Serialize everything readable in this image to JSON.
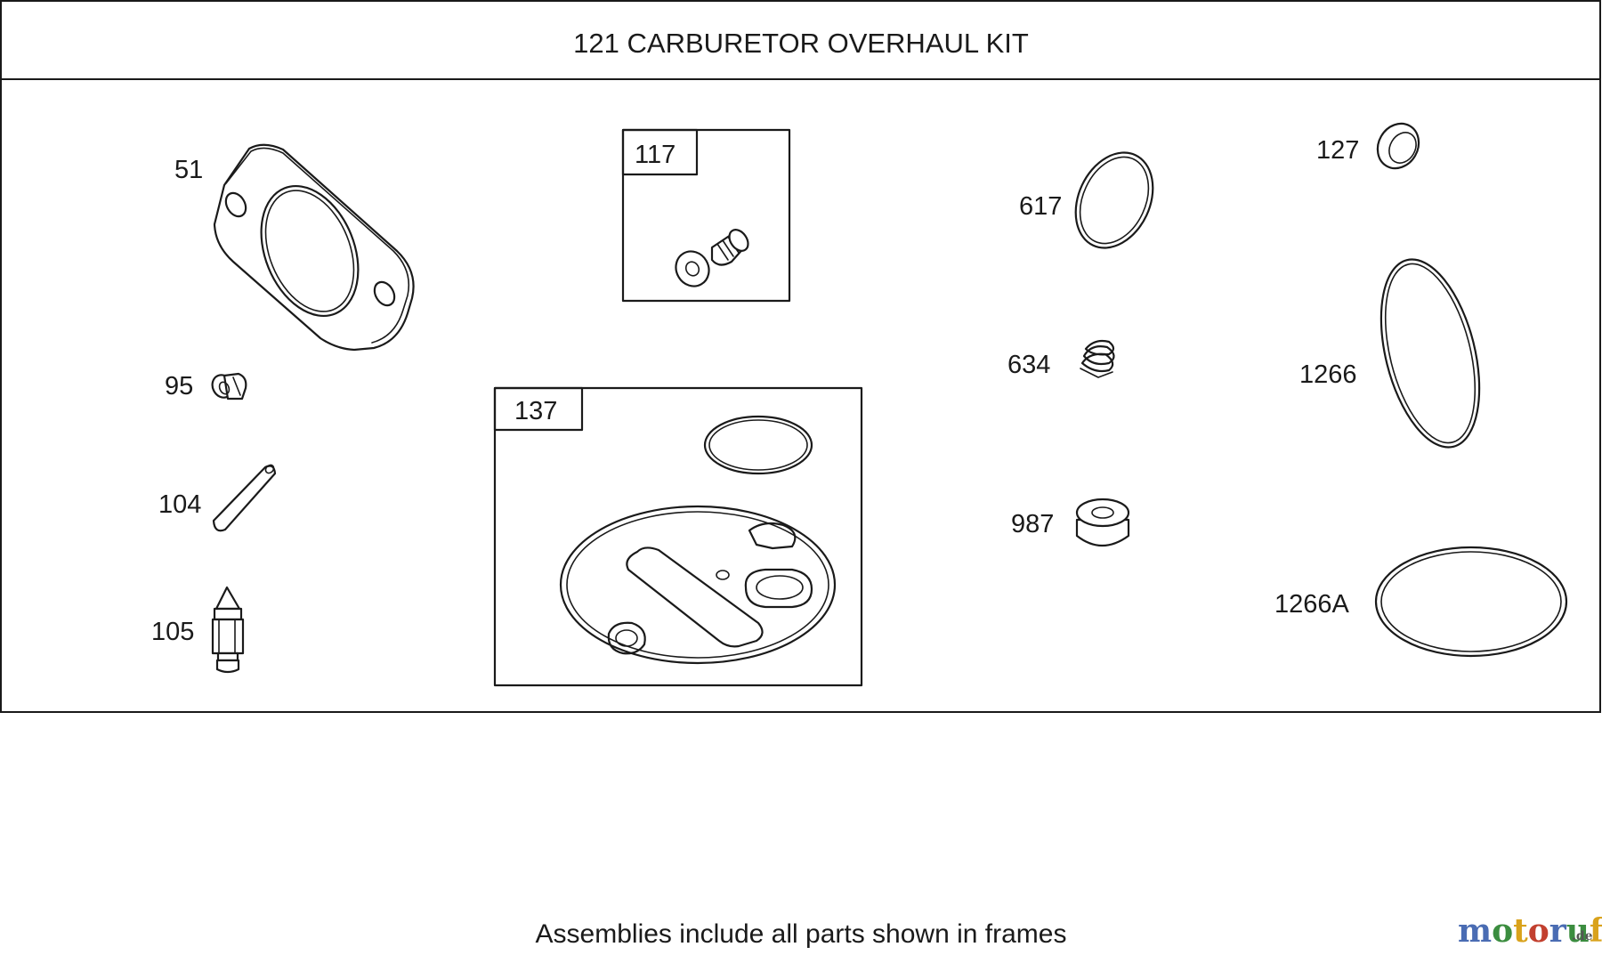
{
  "title": "121 CARBURETOR OVERHAUL KIT",
  "footer_note": "Assemblies include all parts shown in frames",
  "watermark": {
    "text": "motoruf",
    "suffix": ".de",
    "colors": [
      "#4a6cb3",
      "#3b8d3f",
      "#d9a21b",
      "#c2402f",
      "#4a6cb3",
      "#3b8d3f",
      "#d9a21b"
    ]
  },
  "parts": {
    "p51": "51",
    "p95": "95",
    "p104": "104",
    "p105": "105",
    "p117": "117",
    "p137": "137",
    "p617": "617",
    "p634": "634",
    "p987": "987",
    "p127": "127",
    "p1266": "1266",
    "p1266a": "1266A"
  }
}
